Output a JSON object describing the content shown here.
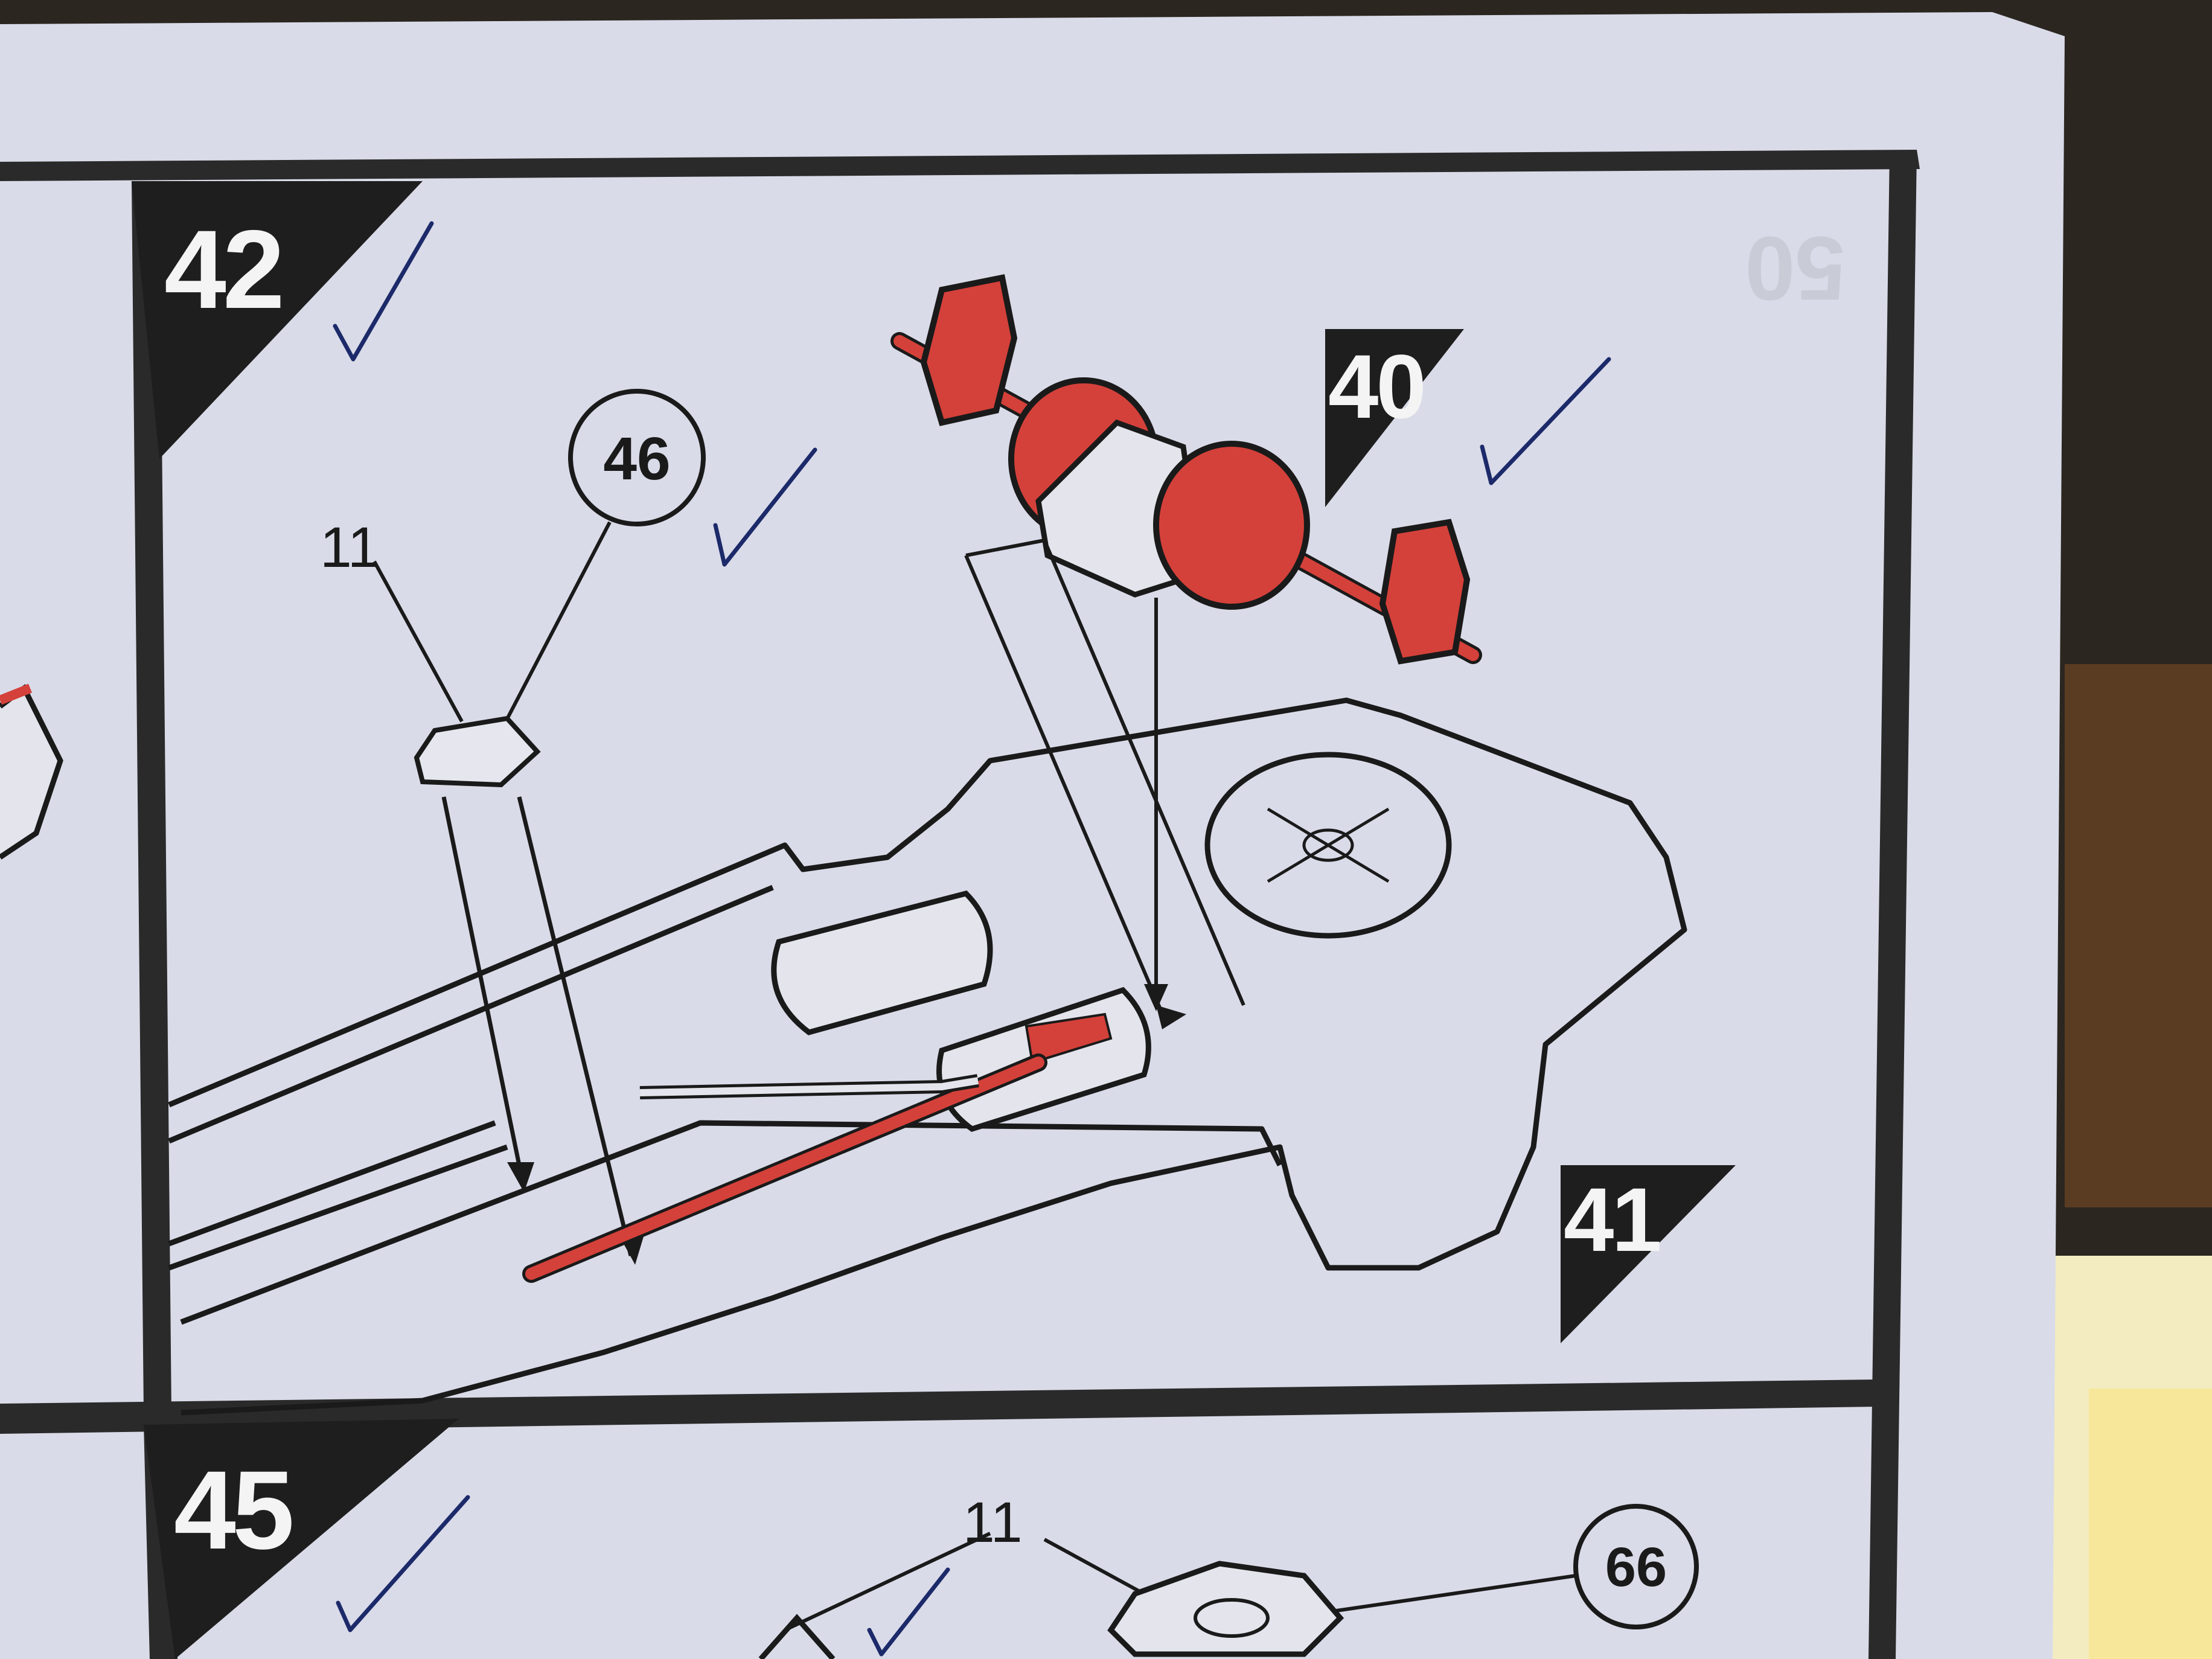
{
  "colors": {
    "paper": "#d9dbe8",
    "ink": "#1a1a1a",
    "highlight_red": "#d4413a",
    "check_ink": "#1c2a6a"
  },
  "steps": [
    {
      "number": "42"
    },
    {
      "number": "45"
    }
  ],
  "triangle_labels": [
    {
      "label": "40"
    },
    {
      "label": "41"
    }
  ],
  "callouts": [
    {
      "label": "46"
    },
    {
      "label": "66"
    }
  ],
  "part_labels": [
    {
      "label": "11"
    },
    {
      "label": "11"
    }
  ],
  "faint_page_number": "50",
  "icons": [
    "check-mark-icon",
    "triangle-marker"
  ]
}
